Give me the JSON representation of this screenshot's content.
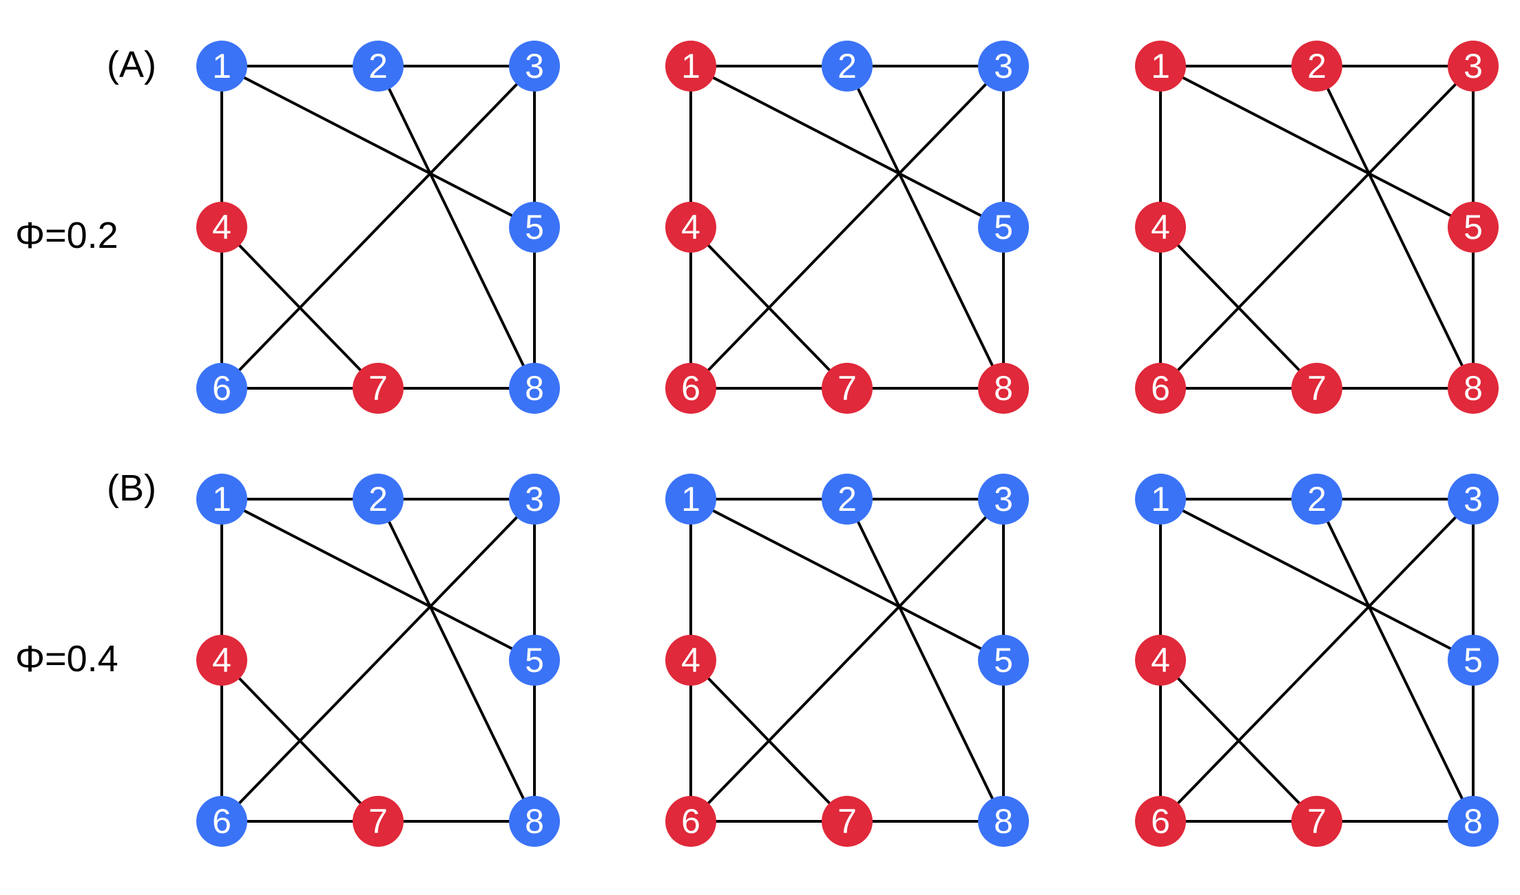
{
  "colors": {
    "blue": "#3b73f7",
    "red": "#e0293a",
    "edge": "#000000",
    "label_text": "#ffffff"
  },
  "graph": {
    "nodes": [
      "1",
      "2",
      "3",
      "4",
      "5",
      "6",
      "7",
      "8"
    ],
    "edges": [
      [
        "1",
        "2"
      ],
      [
        "2",
        "3"
      ],
      [
        "1",
        "4"
      ],
      [
        "4",
        "6"
      ],
      [
        "6",
        "7"
      ],
      [
        "7",
        "8"
      ],
      [
        "3",
        "5"
      ],
      [
        "5",
        "8"
      ],
      [
        "1",
        "5"
      ],
      [
        "2",
        "8"
      ],
      [
        "3",
        "6"
      ],
      [
        "4",
        "7"
      ]
    ]
  },
  "rows": [
    {
      "label": "(A)",
      "phi_label": "Φ=0.2",
      "panels": [
        {
          "node_colors": [
            "blue",
            "blue",
            "blue",
            "red",
            "blue",
            "blue",
            "red",
            "blue"
          ]
        },
        {
          "node_colors": [
            "red",
            "blue",
            "blue",
            "red",
            "blue",
            "red",
            "red",
            "red"
          ]
        },
        {
          "node_colors": [
            "red",
            "red",
            "red",
            "red",
            "red",
            "red",
            "red",
            "red"
          ]
        }
      ]
    },
    {
      "label": "(B)",
      "phi_label": "Φ=0.4",
      "panels": [
        {
          "node_colors": [
            "blue",
            "blue",
            "blue",
            "red",
            "blue",
            "blue",
            "red",
            "blue"
          ]
        },
        {
          "node_colors": [
            "blue",
            "blue",
            "blue",
            "red",
            "blue",
            "red",
            "red",
            "blue"
          ]
        },
        {
          "node_colors": [
            "blue",
            "blue",
            "blue",
            "red",
            "blue",
            "red",
            "red",
            "blue"
          ]
        }
      ]
    }
  ]
}
